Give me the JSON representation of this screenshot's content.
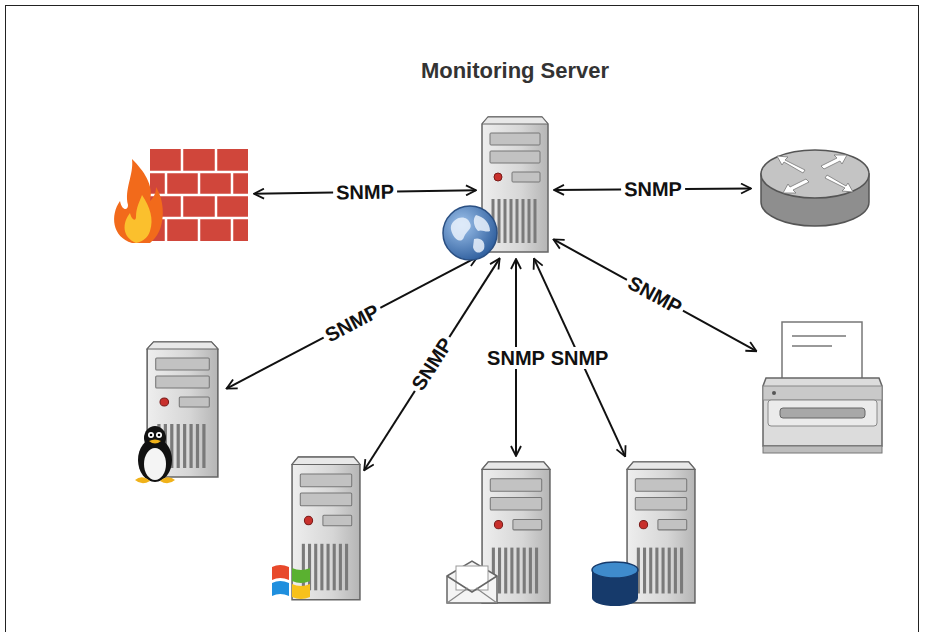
{
  "diagram": {
    "nodes": [
      {
        "text": [
          "Monitoring Server"
        ]
      },
      {
        "text": []
      },
      {
        "text": []
      },
      {
        "text": []
      },
      {
        "text": []
      },
      {
        "text": []
      },
      {
        "text": []
      },
      {
        "text": []
      }
    ],
    "edges": [
      {
        "from": 0,
        "to": 1,
        "label": "SNMP",
        "arrow": "both"
      },
      {
        "from": 0,
        "to": 2,
        "label": "SNMP",
        "arrow": "both"
      },
      {
        "from": 0,
        "to": 3,
        "label": "SNMP",
        "arrow": "both"
      },
      {
        "from": 0,
        "to": 4,
        "label": "SNMP",
        "arrow": "both"
      },
      {
        "from": 0,
        "to": 5,
        "label": "SNMP",
        "arrow": "both"
      },
      {
        "from": 0,
        "to": 6,
        "label": "SNMP",
        "arrow": "both"
      },
      {
        "from": 0,
        "to": 7,
        "label": "SNMP",
        "arrow": "both"
      }
    ]
  }
}
